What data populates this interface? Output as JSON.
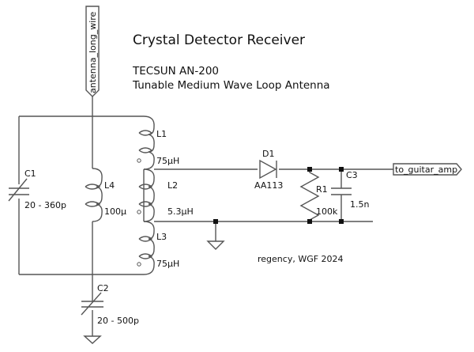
{
  "title": "Crystal Detector Receiver",
  "subtitle_line1": "TECSUN AN-200",
  "subtitle_line2": "Tunable Medium Wave Loop Antenna",
  "credit": "regency, WGF 2024",
  "ports": {
    "antenna": "antenna_long_wire",
    "output": "to_guitar_amp"
  },
  "components": {
    "C1": {
      "ref": "C1",
      "value": "20 - 360p"
    },
    "C2": {
      "ref": "C2",
      "value": "20 - 500p"
    },
    "C3": {
      "ref": "C3",
      "value": "1.5n"
    },
    "L1": {
      "ref": "L1",
      "value": "75µH"
    },
    "L2": {
      "ref": "L2",
      "value": "5.3µH"
    },
    "L3": {
      "ref": "L3",
      "value": "75µH"
    },
    "L4": {
      "ref": "L4",
      "value": "100µ"
    },
    "D1": {
      "ref": "D1",
      "value": "AA113"
    },
    "R1": {
      "ref": "R1",
      "value": "100k"
    }
  }
}
